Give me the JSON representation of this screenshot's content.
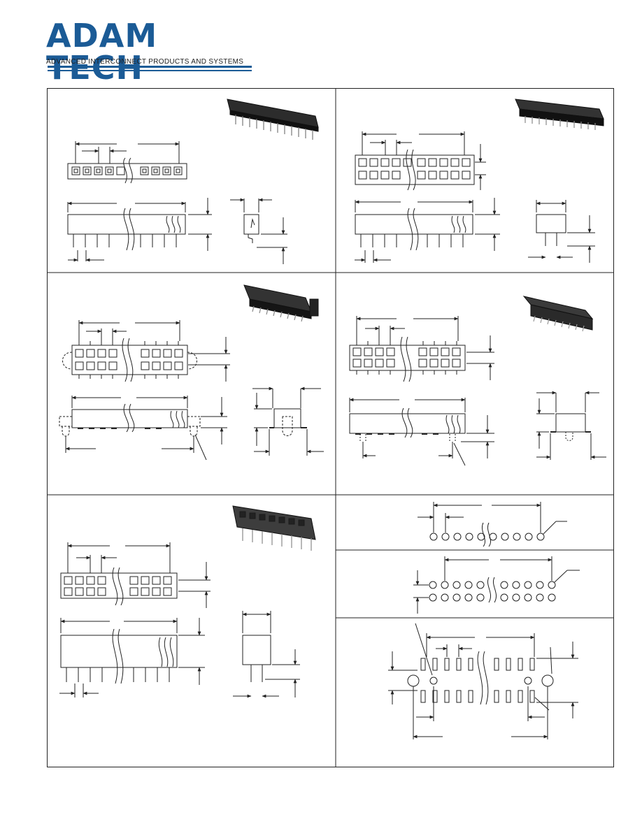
{
  "header": {
    "brand": "ADAM TECH",
    "tagline": "ADVANCED INTERCONNECT PRODUCTS AND SYSTEMS",
    "brand_color": "#1b5b96"
  },
  "panels": [
    {
      "id": "single-row-through-hole"
    },
    {
      "id": "dual-row-through-hole"
    },
    {
      "id": "dual-row-smt-with-pegs"
    },
    {
      "id": "dual-row-smt"
    },
    {
      "id": "dual-row-tall-through-hole"
    },
    {
      "id": "pcb-layout-single-row"
    },
    {
      "id": "pcb-layout-dual-row"
    },
    {
      "id": "pcb-layout-smt"
    }
  ]
}
